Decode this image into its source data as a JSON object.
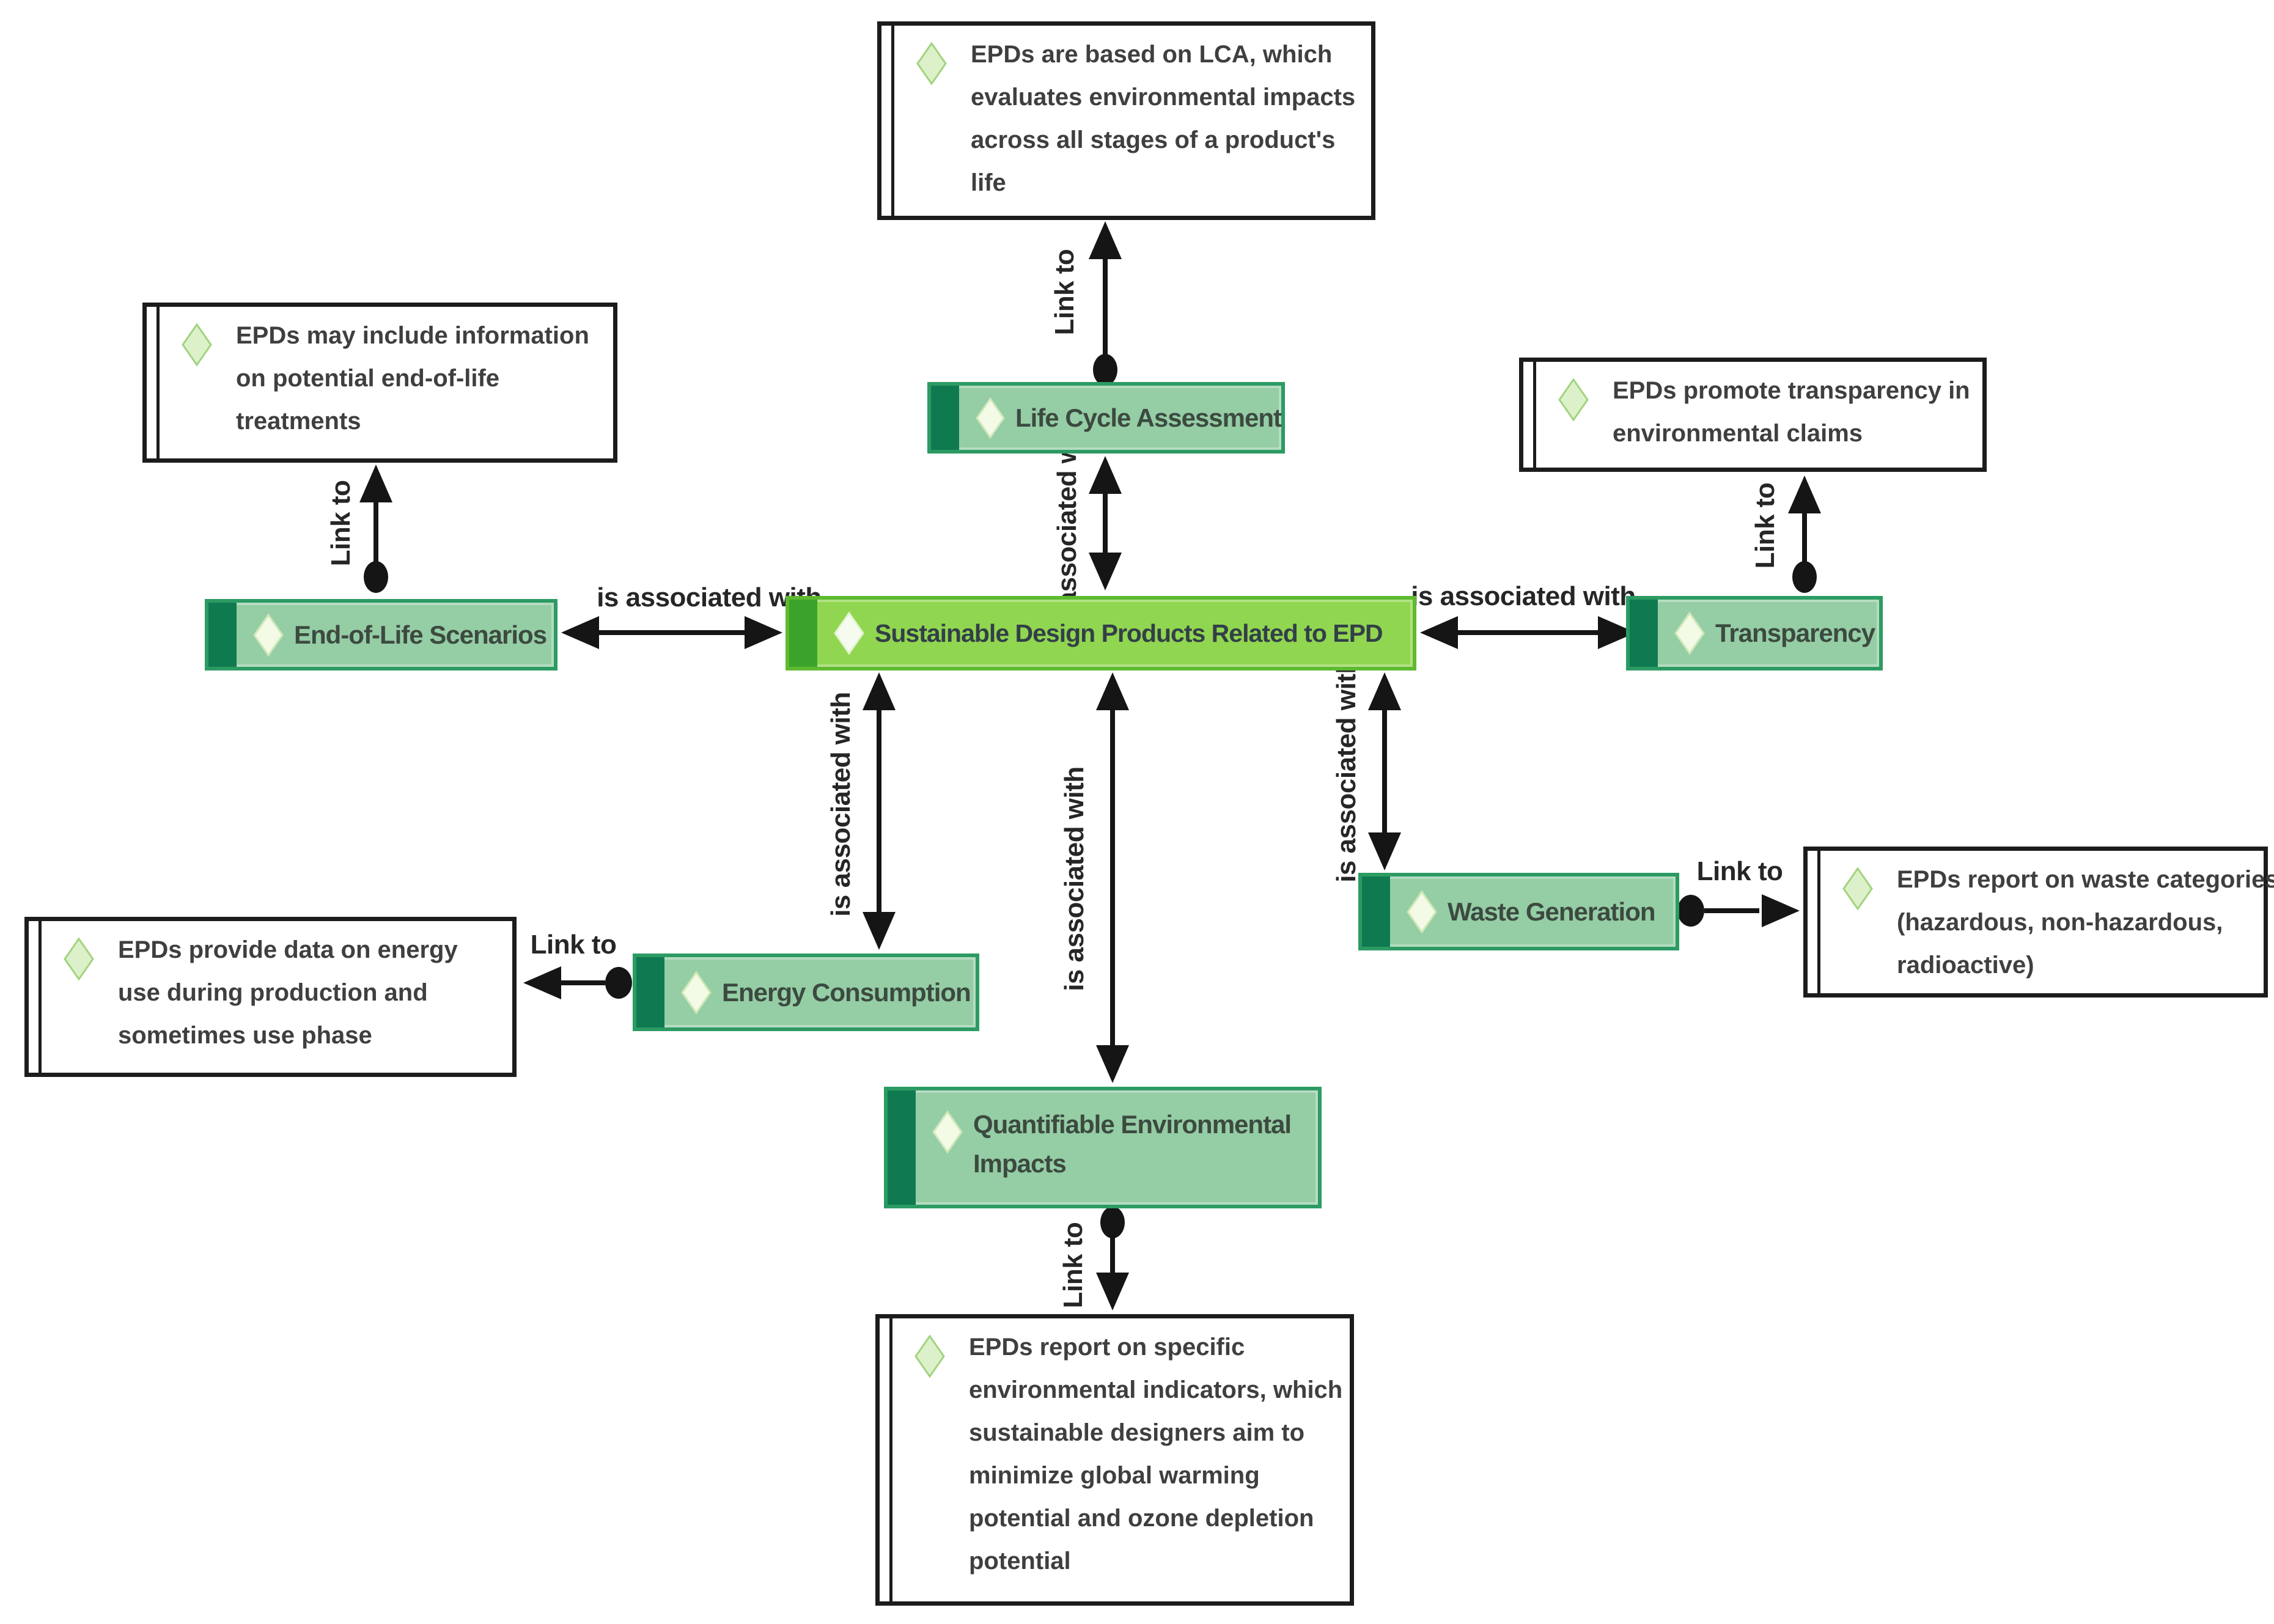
{
  "diagram": {
    "labels": {
      "association": "is associated with",
      "link": "Link to"
    },
    "nodes": {
      "center": {
        "label": "Sustainable Design Products Related to EPD"
      },
      "lca": {
        "label": "Life Cycle Assessment"
      },
      "end_of_life": {
        "label": "End-of-Life Scenarios"
      },
      "transparency": {
        "label": "Transparency"
      },
      "energy": {
        "label": "Energy Consumption"
      },
      "waste": {
        "label": "Waste Generation"
      },
      "impacts": {
        "label": "Quantifiable Environmental\nImpacts"
      }
    },
    "notes": {
      "lca": {
        "text": "EPDs are based on LCA, which\nevaluates environmental impacts\nacross all stages of a product's\nlife"
      },
      "end_of_life": {
        "text": "EPDs may include information\non potential end-of-life\ntreatments"
      },
      "transparency": {
        "text": "EPDs promote transparency in\nenvironmental claims"
      },
      "energy": {
        "text": "EPDs provide data on energy\nuse during production and\nsometimes use phase"
      },
      "waste": {
        "text": "EPDs report on waste categories\n(hazardous, non-hazardous,\nradioactive)"
      },
      "impacts": {
        "text": "EPDs report on specific\nenvironmental indicators, which\nsustainable designers aim to\nminimize global warming\npotential and ozone depletion\npotential"
      }
    },
    "colors": {
      "node_fill": "#95cda5",
      "node_border": "#2c9b63",
      "node_stripe": "#0f7a50",
      "center_fill": "#90d650",
      "center_border": "#5eba31",
      "center_stripe": "#3ca32a",
      "node_diamond": "#f3fae5",
      "note_diamond_fill": "#dcf1c9",
      "note_diamond_border": "#a2d37f",
      "note_border": "#1c1c1c",
      "connector": "#151515"
    }
  }
}
